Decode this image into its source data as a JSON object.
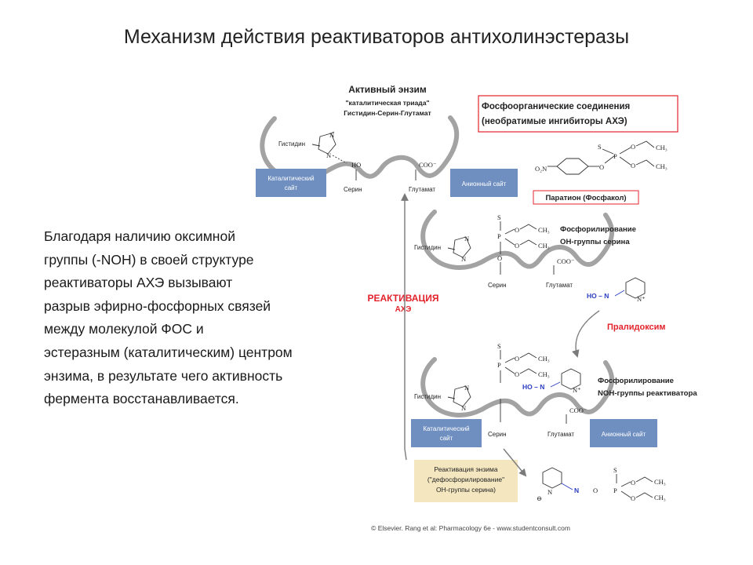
{
  "title": "Механизм действия реактиваторов антихолинэстеразы",
  "body_lines": [
    "Благодаря наличию оксимной",
    "группы (-NOH) в своей структуре",
    "реактиваторы АХЭ вызывают",
    "разрыв эфирно-фосфорных связей",
    "между молекулой ФОС и",
    "эстеразным (каталитическим) центром",
    "энзима, в результате чего активность",
    "фермента восстанавливается."
  ],
  "diagram": {
    "active_enzyme": {
      "title": "Активный энзим",
      "triad_label": "\"каталитическая триада\"",
      "triad_members": "Гистидин-Серин-Глутамат"
    },
    "fos_box": {
      "line1": "Фосфоорганические соединения",
      "line2": "(необратимые ингибиторы АХЭ)"
    },
    "paration_label": "Паратион (Фосфакол)",
    "phosphorylation_serine": {
      "line1": "Фосфорилирование",
      "line2": "ОН-группы серина"
    },
    "pralidoxime_label": "Пралидоксим",
    "reactivation": {
      "line1": "РЕАКТИВАЦИЯ",
      "line2": "АХЭ"
    },
    "phosphorylation_reactivator": {
      "line1": "Фосфорилирование",
      "line2": "NOH-группы реактиватора"
    },
    "enzyme_reactivation_box": {
      "line1": "Реактивация энзима",
      "line2": "(\"дефосфорилирование\"",
      "line3": "ОН-группы серина)"
    },
    "residues": {
      "histidine": "Гистидин",
      "serine": "Серин",
      "glutamate": "Глутамат"
    },
    "sites": {
      "catalytic_line1": "Каталитический",
      "catalytic_line2": "сайт",
      "anionic": "Анионный сайт"
    },
    "chem": {
      "N": "N",
      "HO": "HO",
      "COO": "COO⁻",
      "S": "S",
      "P": "P",
      "O": "O",
      "CH3": "CH₃",
      "O2N": "O₂N",
      "HO_N": "HO – N",
      "N_plus": "N⁺",
      "minus": "⊖"
    },
    "credit": "© Elsevier. Rang et al: Pharmacology 6e - www.studentconsult.com"
  },
  "colors": {
    "site_box": "#6f8fc1",
    "red_accent": "#e3232c",
    "reactivation_box": "#f4e7c0",
    "oxime_blue": "#2a3cc2",
    "enzyme_outline": "#a3a3a3"
  }
}
